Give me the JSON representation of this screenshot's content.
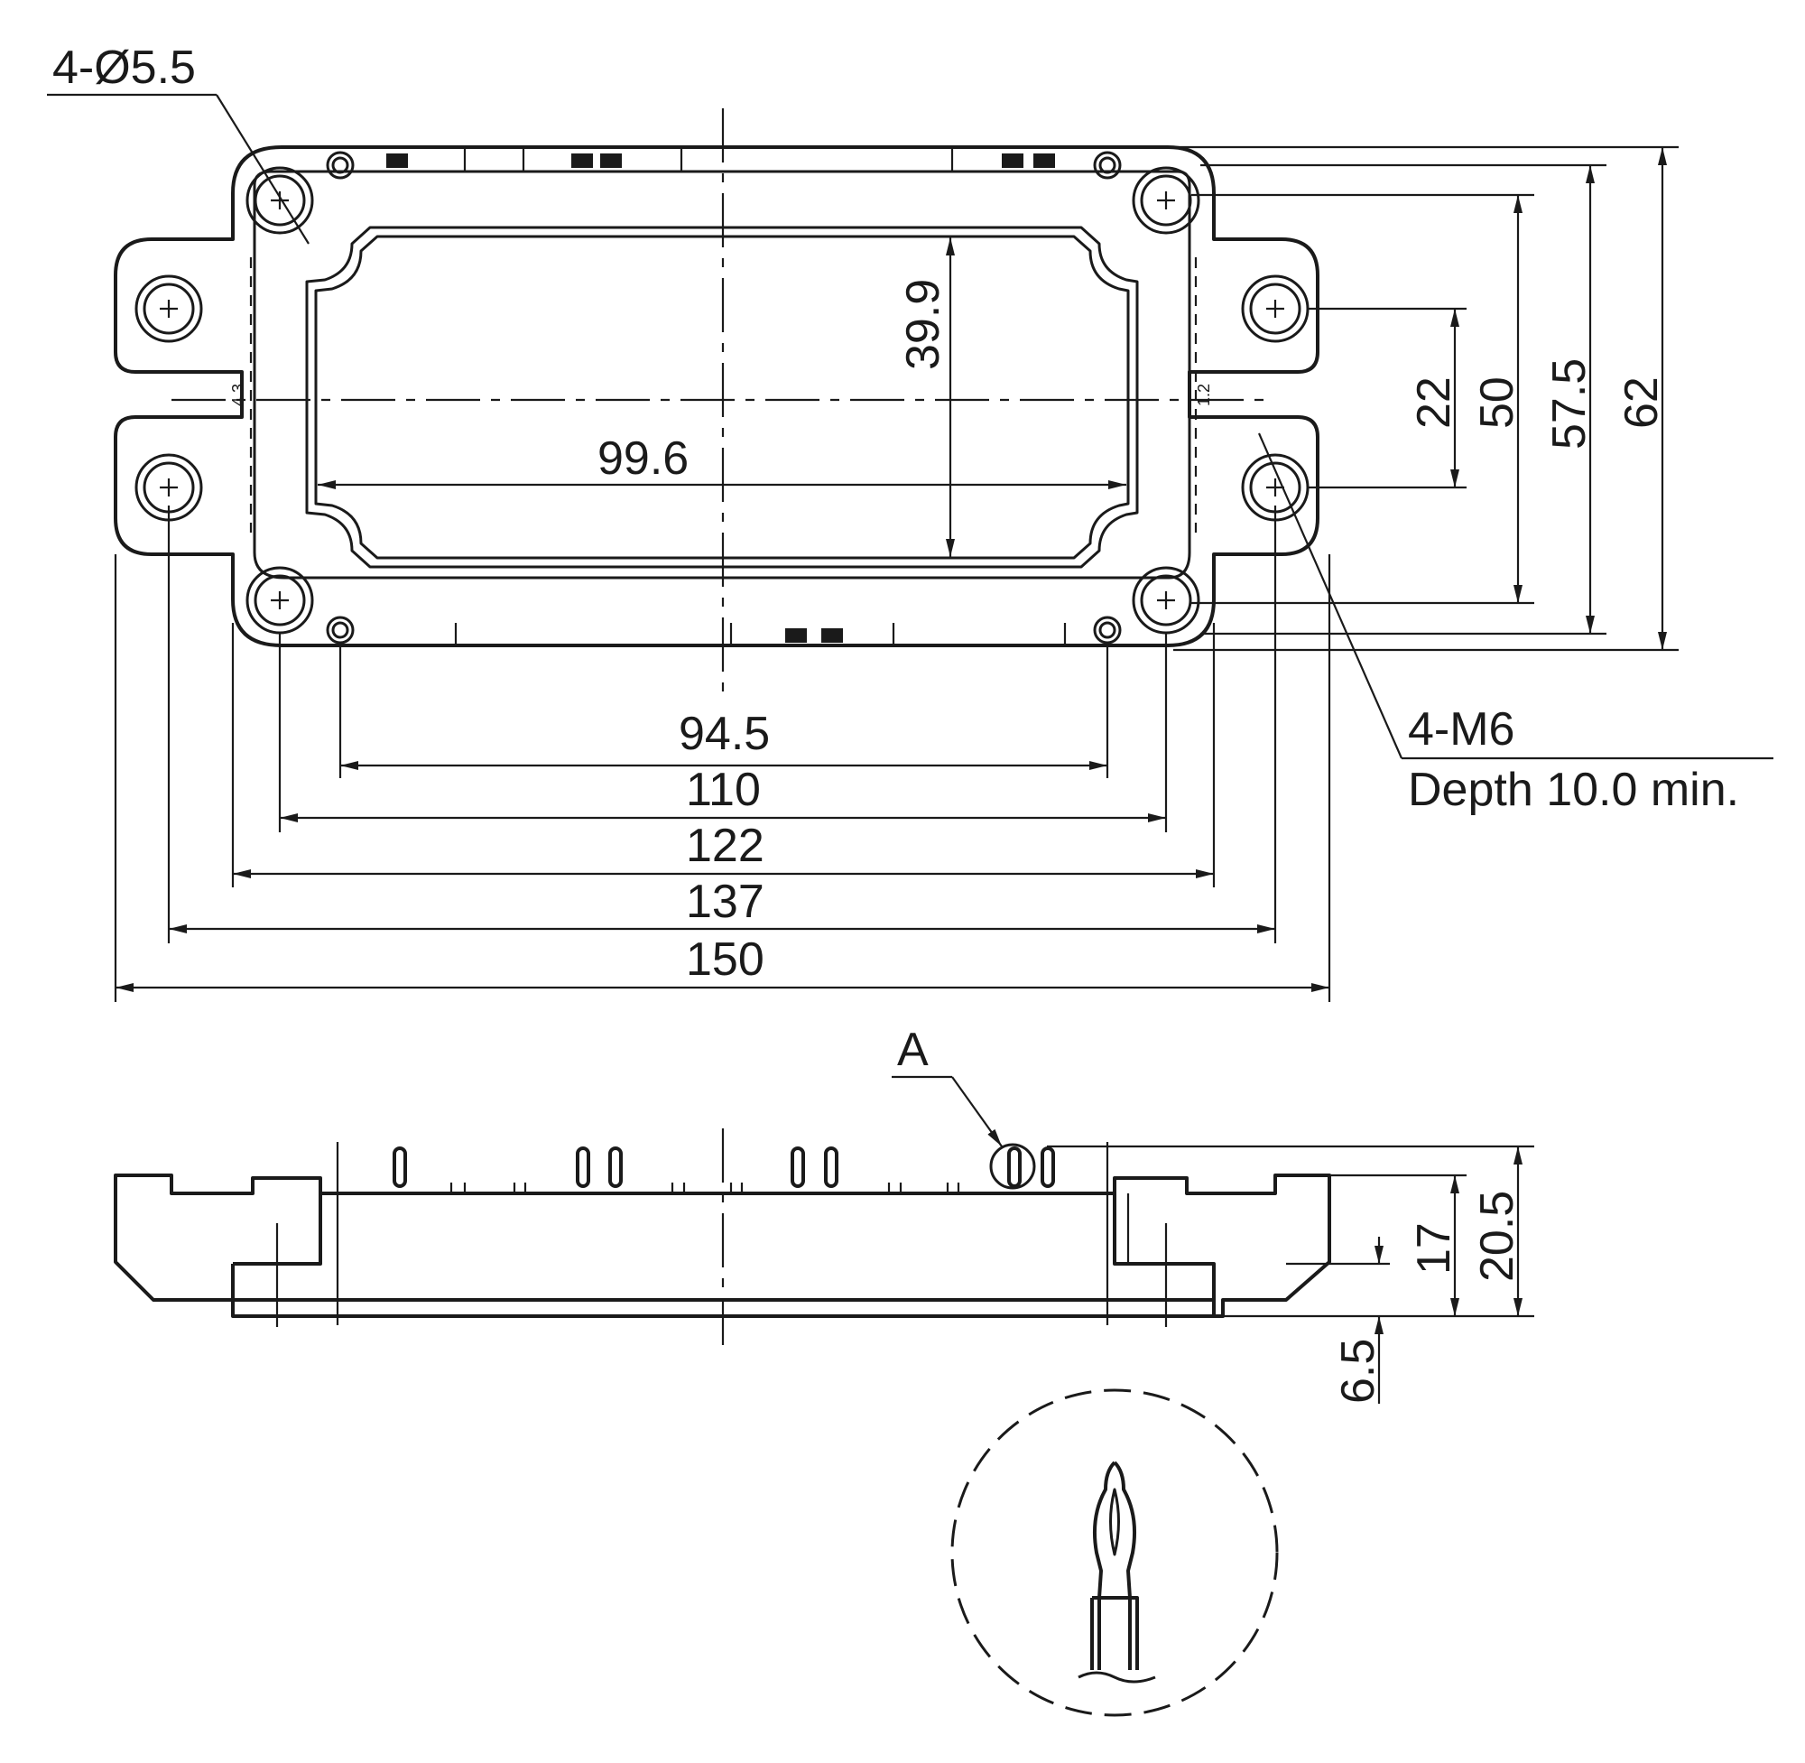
{
  "labels": {
    "hole_callout": "4-Ø5.5",
    "thread_callout": "4-M6",
    "thread_depth": "Depth 10.0 min.",
    "detail_marker": "A",
    "inner_window_height": "39.9",
    "inner_window_width": "99.6",
    "dim_94_5": "94.5",
    "dim_110": "110",
    "dim_122": "122",
    "dim_137": "137",
    "dim_150": "150",
    "dim_22": "22",
    "dim_50": "50",
    "dim_57_5": "57.5",
    "dim_62": "62",
    "dim_17": "17",
    "dim_20_5": "20.5",
    "dim_6_5": "6.5",
    "gap_left": "4.3",
    "gap_right": "1.2"
  }
}
